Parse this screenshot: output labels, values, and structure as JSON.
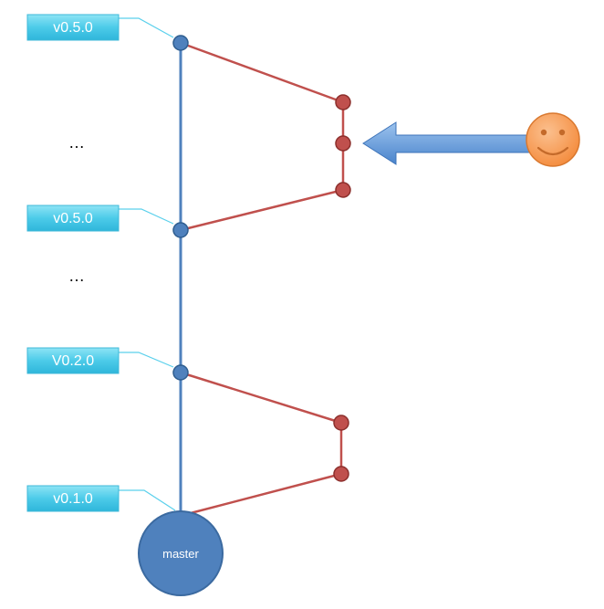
{
  "tags": [
    {
      "label": "v0.5.0"
    },
    {
      "label": "v0.5.0"
    },
    {
      "label": "V0.2.0"
    },
    {
      "label": "v0.1.0"
    }
  ],
  "ellipses": [
    "…",
    "…"
  ],
  "master": {
    "label": "master"
  },
  "colors": {
    "trunk": "#4f81bd",
    "branch": "#c0504d",
    "tag_fill": "#5ad0ec",
    "master_fill": "#4f81bd",
    "arrow": "#6fa0dc",
    "smiley": "#f79646"
  },
  "icons": {
    "user": "smiley-face-icon",
    "arrow": "left-arrow-icon"
  }
}
